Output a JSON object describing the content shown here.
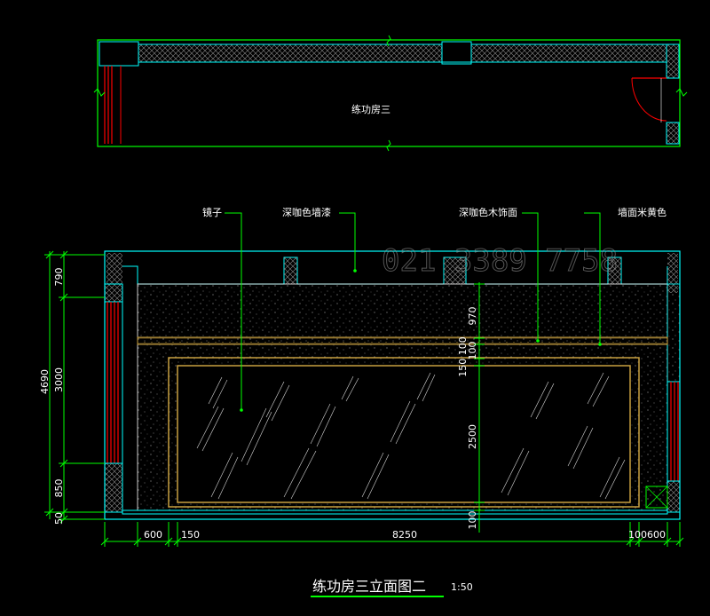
{
  "plan": {
    "room_label": "练功房三"
  },
  "elevation": {
    "callouts": {
      "mirror": "镜子",
      "coffee_paint": "深咖色墙漆",
      "coffee_wood": "深咖色木饰面",
      "beige_wall": "墙面米黄色"
    },
    "dims_left": {
      "d790": "790",
      "d3000": "3000",
      "d4690": "4690",
      "d850": "850",
      "d50": "50"
    },
    "dims_inner": {
      "d970": "970",
      "d150_100": "150 100",
      "d100_top": "100",
      "d2500": "2500",
      "d100_bot": "100"
    },
    "dims_bottom": {
      "d600a": "600",
      "d150": "150",
      "d8250": "8250",
      "d100_600": "100600"
    }
  },
  "watermark": "021 3389 7758",
  "footer": {
    "title": "练功房三立面图二",
    "scale": "1:50"
  },
  "colors": {
    "wall": "#00ffff",
    "dimension": "#00ff00",
    "door": "#ff0000",
    "wood": "#c8a040",
    "leader": "#00ff00",
    "hatch": "#ff00ff"
  }
}
